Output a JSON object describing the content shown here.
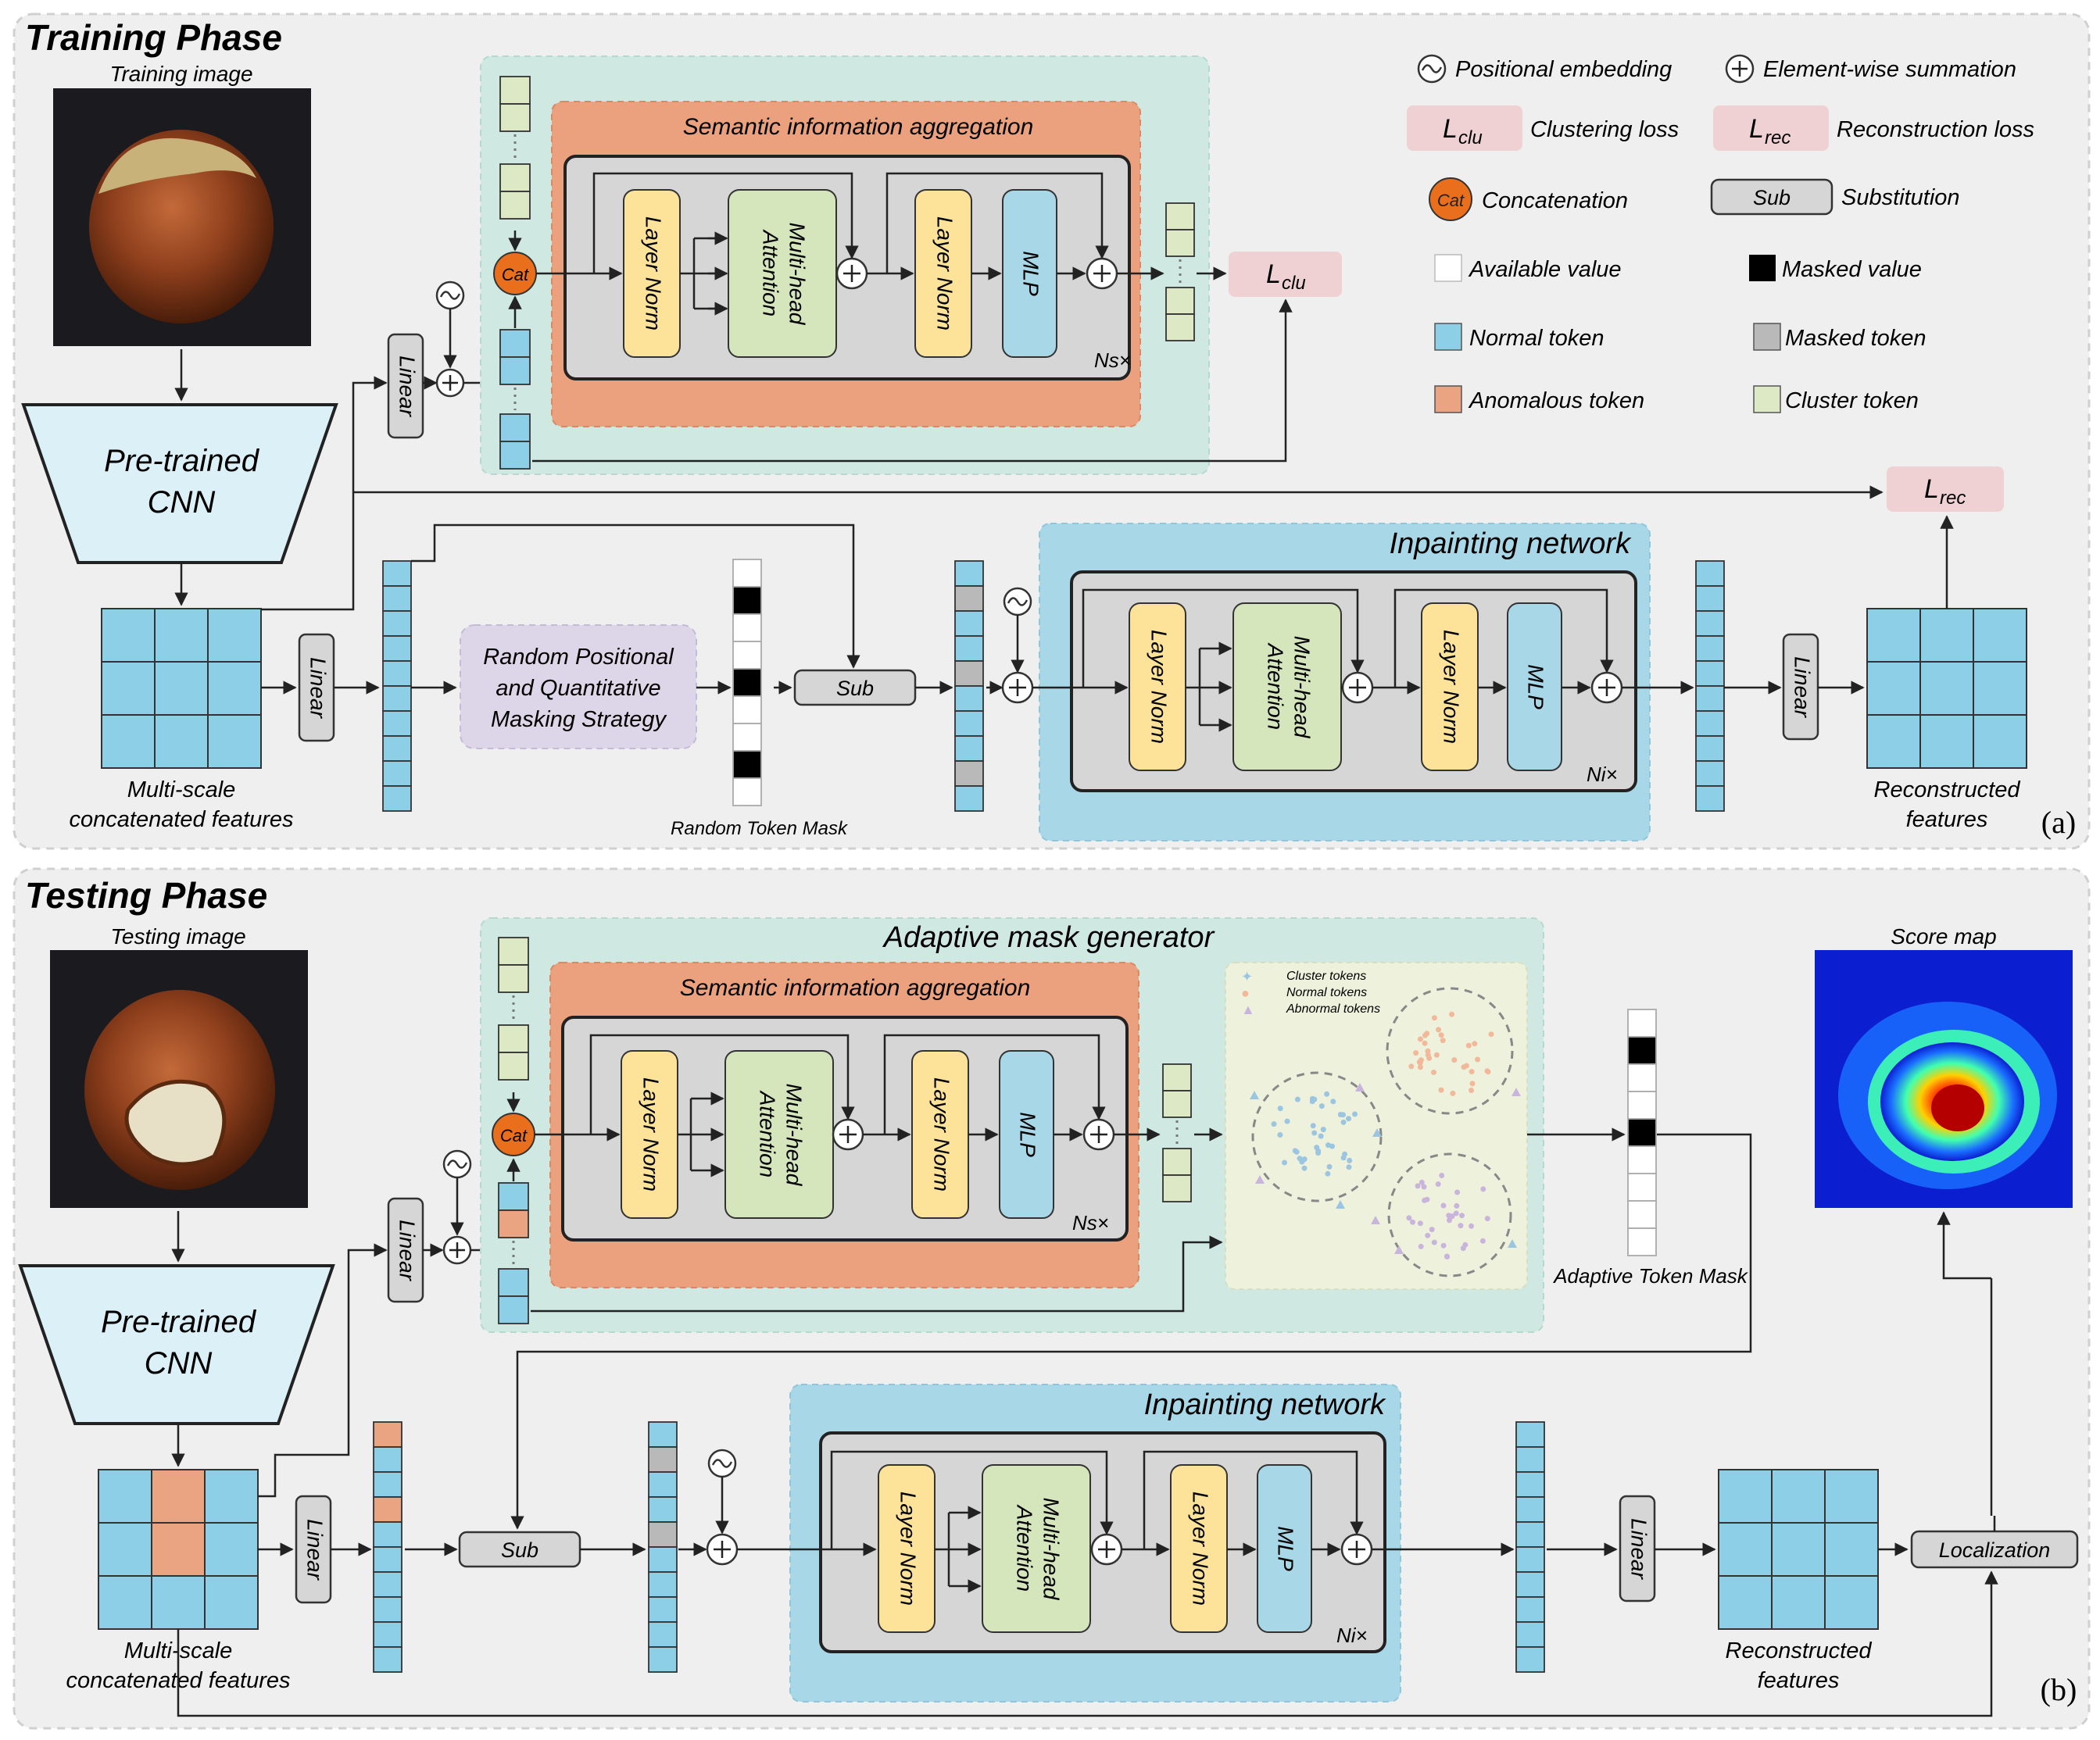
{
  "colors": {
    "phase_bg": "#efefef",
    "teal_region": "#cfe9e2",
    "orange_region": "#eba17d",
    "blue_region": "#a8d8e8",
    "block_gray": "#d6d6d6",
    "layer_norm": "#fde39a",
    "attention": "#d5e5bc",
    "mlp": "#a8d8e8",
    "normal_token": "#8ecfe8",
    "anomalous_token": "#eaa482",
    "cluster_token": "#dde9c4",
    "masked_token": "#b9b9b9",
    "loss_box": "#efd1d4",
    "cat_circle": "#ea6f1c",
    "cnn_trapezoid": "#dcf0f7",
    "cluster_panel": "#eef2dc"
  },
  "legend": {
    "positional_embedding": "Positional embedding",
    "elementwise_sum": "Element-wise summation",
    "clustering_loss_symbol": "L",
    "clustering_loss_sub": "clu",
    "clustering_loss": "Clustering loss",
    "reconstruction_loss_symbol": "L",
    "reconstruction_loss_sub": "rec",
    "reconstruction_loss": "Reconstruction loss",
    "cat_symbol": "Cat",
    "concatenation": "Concatenation",
    "sub_symbol": "Sub",
    "substitution": "Substitution",
    "available_value": "Available value",
    "masked_value": "Masked value",
    "normal_token": "Normal token",
    "masked_token": "Masked token",
    "anomalous_token": "Anomalous token",
    "cluster_token": "Cluster token"
  },
  "training": {
    "title": "Training Phase",
    "image_label": "Training image",
    "cnn_line1": "Pre-trained",
    "cnn_line2": "CNN",
    "features_line1": "Multi-scale",
    "features_line2": "concatenated features",
    "linear": "Linear",
    "sia_title": "Semantic information aggregation",
    "layer_norm": "Layer Norm",
    "attention_line1": "Multi-head",
    "attention_line2": "Attention",
    "mlp": "MLP",
    "ns_label": "Ns×",
    "cat": "Cat",
    "loss_clu_symbol": "L",
    "loss_clu_sub": "clu",
    "loss_rec_symbol": "L",
    "loss_rec_sub": "rec",
    "masking_line1": "Random Positional",
    "masking_line2": "and Quantitative",
    "masking_line3": "Masking Strategy",
    "random_mask_label": "Random Token Mask",
    "sub": "Sub",
    "inpainting_title": "Inpainting network",
    "ni_label": "Ni×",
    "recon_line1": "Reconstructed",
    "recon_line2": "features",
    "panel_label": "(a)"
  },
  "testing": {
    "title": "Testing Phase",
    "image_label": "Testing image",
    "cnn_line1": "Pre-trained",
    "cnn_line2": "CNN",
    "features_line1": "Multi-scale",
    "features_line2": "concatenated features",
    "linear": "Linear",
    "amg_title": "Adaptive mask generator",
    "sia_title": "Semantic information aggregation",
    "layer_norm": "Layer Norm",
    "attention_line1": "Multi-head",
    "attention_line2": "Attention",
    "mlp": "MLP",
    "ns_label": "Ns×",
    "cat": "Cat",
    "scatter_legend": [
      "Cluster tokens",
      "Normal tokens",
      "Abnormal tokens"
    ],
    "adaptive_mask_label": "Adaptive Token Mask",
    "score_map_label": "Score map",
    "sub": "Sub",
    "inpainting_title": "Inpainting network",
    "ni_label": "Ni×",
    "recon_line1": "Reconstructed",
    "recon_line2": "features",
    "localization": "Localization",
    "panel_label": "(b)"
  }
}
